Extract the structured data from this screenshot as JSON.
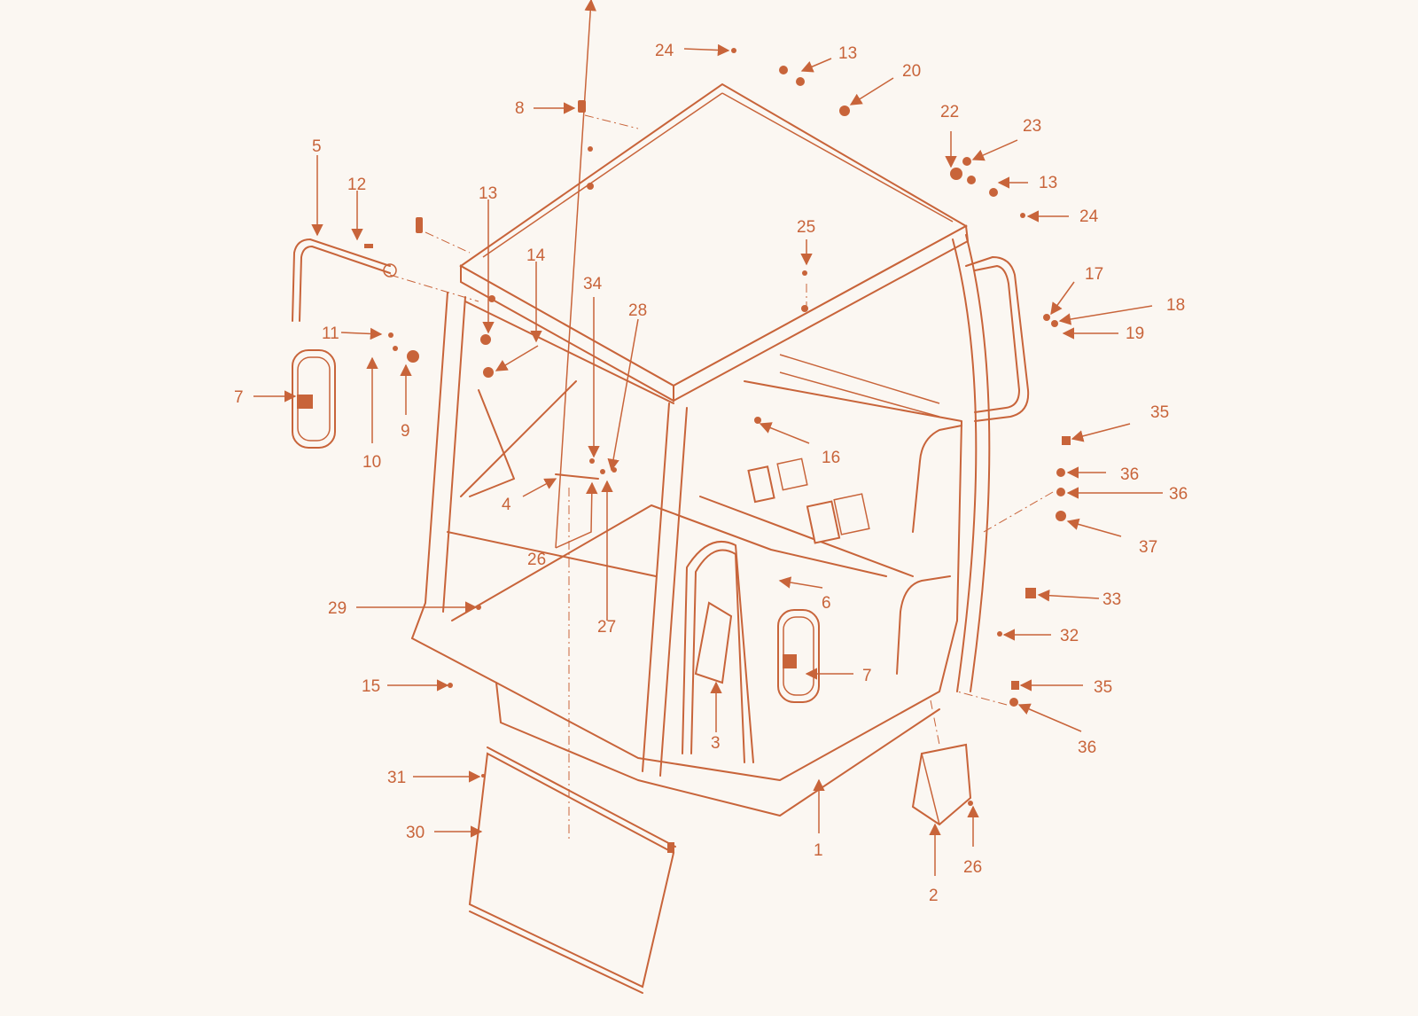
{
  "colors": {
    "background": "#fbf7f2",
    "ink": "#c8643a"
  },
  "callouts": [
    {
      "id": "24",
      "text": "24"
    },
    {
      "id": "13a",
      "text": "13"
    },
    {
      "id": "20",
      "text": "20"
    },
    {
      "id": "8",
      "text": "8"
    },
    {
      "id": "22",
      "text": "22"
    },
    {
      "id": "23",
      "text": "23"
    },
    {
      "id": "13b",
      "text": "13"
    },
    {
      "id": "24b",
      "text": "24"
    },
    {
      "id": "5",
      "text": "5"
    },
    {
      "id": "12",
      "text": "12"
    },
    {
      "id": "13c",
      "text": "13"
    },
    {
      "id": "25",
      "text": "25"
    },
    {
      "id": "14",
      "text": "14"
    },
    {
      "id": "17",
      "text": "17"
    },
    {
      "id": "18",
      "text": "18"
    },
    {
      "id": "34",
      "text": "34"
    },
    {
      "id": "28",
      "text": "28"
    },
    {
      "id": "11",
      "text": "11"
    },
    {
      "id": "19",
      "text": "19"
    },
    {
      "id": "7a",
      "text": "7"
    },
    {
      "id": "9",
      "text": "9"
    },
    {
      "id": "10",
      "text": "10"
    },
    {
      "id": "35a",
      "text": "35"
    },
    {
      "id": "16",
      "text": "16"
    },
    {
      "id": "36a",
      "text": "36"
    },
    {
      "id": "36b",
      "text": "36"
    },
    {
      "id": "4",
      "text": "4"
    },
    {
      "id": "26a",
      "text": "26"
    },
    {
      "id": "37",
      "text": "37"
    },
    {
      "id": "6",
      "text": "6"
    },
    {
      "id": "33",
      "text": "33"
    },
    {
      "id": "29",
      "text": "29"
    },
    {
      "id": "27",
      "text": "27"
    },
    {
      "id": "32",
      "text": "32"
    },
    {
      "id": "7b",
      "text": "7"
    },
    {
      "id": "15",
      "text": "15"
    },
    {
      "id": "35b",
      "text": "35"
    },
    {
      "id": "3",
      "text": "3"
    },
    {
      "id": "36c",
      "text": "36"
    },
    {
      "id": "31",
      "text": "31"
    },
    {
      "id": "30",
      "text": "30"
    },
    {
      "id": "1",
      "text": "1"
    },
    {
      "id": "26b",
      "text": "26"
    },
    {
      "id": "2",
      "text": "2"
    }
  ]
}
